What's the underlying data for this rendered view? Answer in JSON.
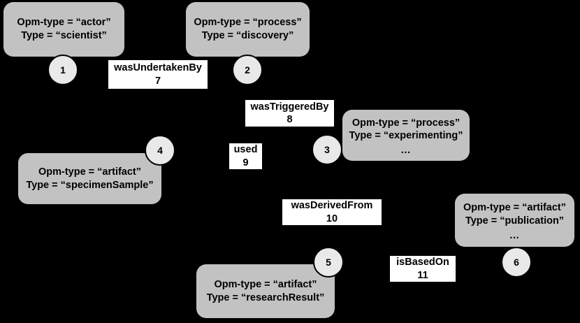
{
  "diagram": {
    "background_color": "#000000",
    "node_box_color": "#c2c2c2",
    "node_circle_color": "#e9e9e9",
    "edge_label_color": "#ffffff",
    "text_color": "#000000",
    "nodes": [
      {
        "id": "1",
        "opm_type_line": "Opm-type = “actor”",
        "type_line": "Type = “scientist”",
        "ellipsis": ""
      },
      {
        "id": "2",
        "opm_type_line": "Opm-type = “process”",
        "type_line": "Type = “discovery”",
        "ellipsis": ""
      },
      {
        "id": "3",
        "opm_type_line": "Opm-type = “process”",
        "type_line": "Type = “experimenting”",
        "ellipsis": "…"
      },
      {
        "id": "4",
        "opm_type_line": "Opm-type = “artifact”",
        "type_line": "Type = “specimenSample”",
        "ellipsis": ""
      },
      {
        "id": "5",
        "opm_type_line": "Opm-type = “artifact”",
        "type_line": "Type = “researchResult”",
        "ellipsis": ""
      },
      {
        "id": "6",
        "opm_type_line": "Opm-type = “artifact”",
        "type_line": "Type = “publication”",
        "ellipsis": "…"
      }
    ],
    "edges": [
      {
        "id": "7",
        "name": "wasUndertakenBy"
      },
      {
        "id": "8",
        "name": "wasTriggeredBy"
      },
      {
        "id": "9",
        "name": "used"
      },
      {
        "id": "10",
        "name": "wasDerivedFrom"
      },
      {
        "id": "11",
        "name": "isBasedOn"
      }
    ]
  }
}
